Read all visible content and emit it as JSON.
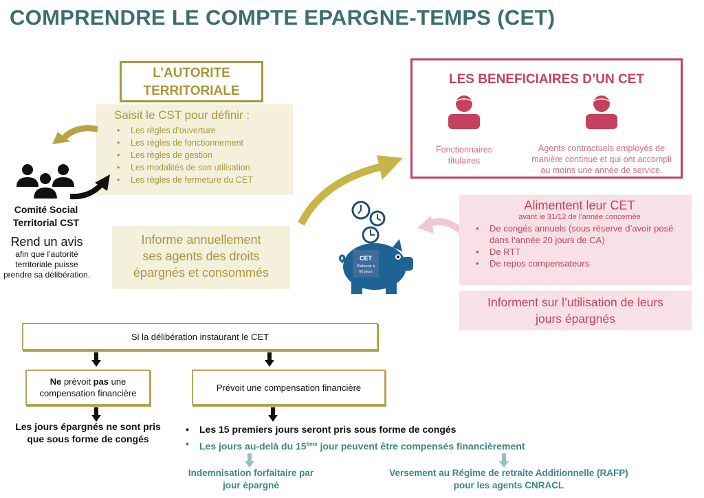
{
  "title": "COMPRENDRE LE COMPTE EPARGNE-TEMPS (CET)",
  "authority": {
    "title_line1": "L’AUTORITE",
    "title_line2": "TERRITORIALE",
    "cst_heading": "Saisit le CST pour définir :",
    "cst_items": [
      "Les règles d’ouverture",
      "Les règles de fonctionnement",
      "Les règles de gestion",
      "Les modalités de son utilisation",
      "Les règles de fermeture du CET"
    ],
    "inform_line1": "Informe annuellement",
    "inform_line2": "ses agents des droits",
    "inform_line3": "épargnés et consommés"
  },
  "cst": {
    "name_line1": "Comité Social",
    "name_line2": "Territorial CST",
    "action": "Rend un avis",
    "detail_line1": "afin que l’autorité",
    "detail_line2": "territoriale puisse",
    "detail_line3": "prendre sa délibération."
  },
  "beneficiaries": {
    "title": "LES BENEFICIAIRES D’UN CET",
    "item1_line1": "Fonctionnaires",
    "item1_line2": "titulaires",
    "item2_line1": "Agents contractuels employés de",
    "item2_line2": "manière continue et qui ont accompli",
    "item2_line3": "au moins une année de service."
  },
  "piggy": {
    "label": "CET",
    "sub_line1": "Plafonné à",
    "sub_line2": "60 jours"
  },
  "feed": {
    "heading": "Alimentent leur CET",
    "sub": "avant le 31/12 de l’année concernée",
    "items": [
      "De congés annuels (sous réserve d’avoir posé dans l’année 20 jours de CA)",
      "De RTT",
      "De repos compensateurs"
    ],
    "inform_line1": "Informent sur l’utilisation de leurs",
    "inform_line2": "jours épargnés"
  },
  "flow": {
    "condition": "Si la délibération instaurant le CET",
    "no_bold1": "Ne",
    "no_text1": " prévoit ",
    "no_bold2": "pas",
    "no_text2": " une compensation financière",
    "yes": "Prévoit une compensation financière",
    "no_result": "Les jours épargnés ne sont pris que sous forme de congés",
    "yes_item1": "Les 15 premiers jours seront pris sous forme de congés",
    "yes_item2_a": "Les jours au-delà du 15",
    "yes_item2_sup": "ème",
    "yes_item2_b": " jour peuvent être compensés financièrement",
    "outcome1_line1": "Indemnisation forfaitaire par",
    "outcome1_line2": "jour épargné",
    "outcome2_line1": "Versement au Régime de retraite Additionnelle (RAFP)",
    "outcome2_line2": "pour les agents CNRACL"
  },
  "colors": {
    "gold": "#a8963a",
    "teal": "#3d6e6e",
    "rose": "#c5415d",
    "blue": "#1f6394"
  }
}
